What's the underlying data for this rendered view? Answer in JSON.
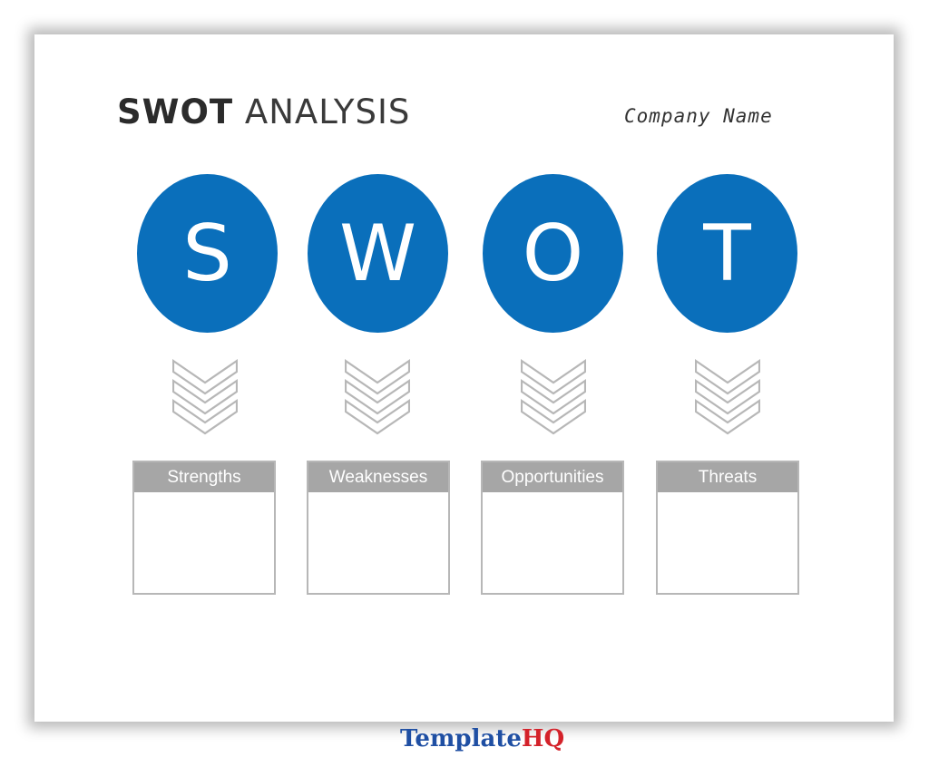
{
  "header": {
    "title_bold": "SWOT",
    "title_light": "ANALYSIS",
    "company": "Company Name"
  },
  "letters": [
    "S",
    "W",
    "O",
    "T"
  ],
  "boxes": [
    "Strengths",
    "Weaknesses",
    "Opportunities",
    "Threats"
  ],
  "logo": {
    "part1": "Template",
    "part2": "HQ"
  },
  "colors": {
    "circle": "#0a6fbb",
    "box_header": "#a6a6a6",
    "box_border": "#b7b7b7",
    "chevron": "#b7b7b7",
    "logo_blue": "#1f4fa3",
    "logo_red": "#d4222a"
  }
}
